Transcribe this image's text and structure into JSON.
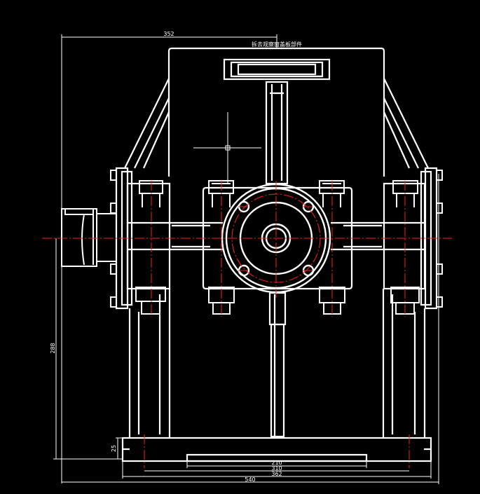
{
  "drawing": {
    "note": "拆去观察窗盖板部件",
    "dimensions": {
      "top_overall_width": "352",
      "height_total": "288",
      "base_height": "25",
      "bottom_210": "210",
      "bottom_310": "310",
      "bottom_362": "362",
      "bottom_overall": "540"
    }
  },
  "colors": {
    "background": "#000000",
    "outline": "#ffffff",
    "centerline": "#ff2020",
    "dimension": "#ffffff"
  }
}
